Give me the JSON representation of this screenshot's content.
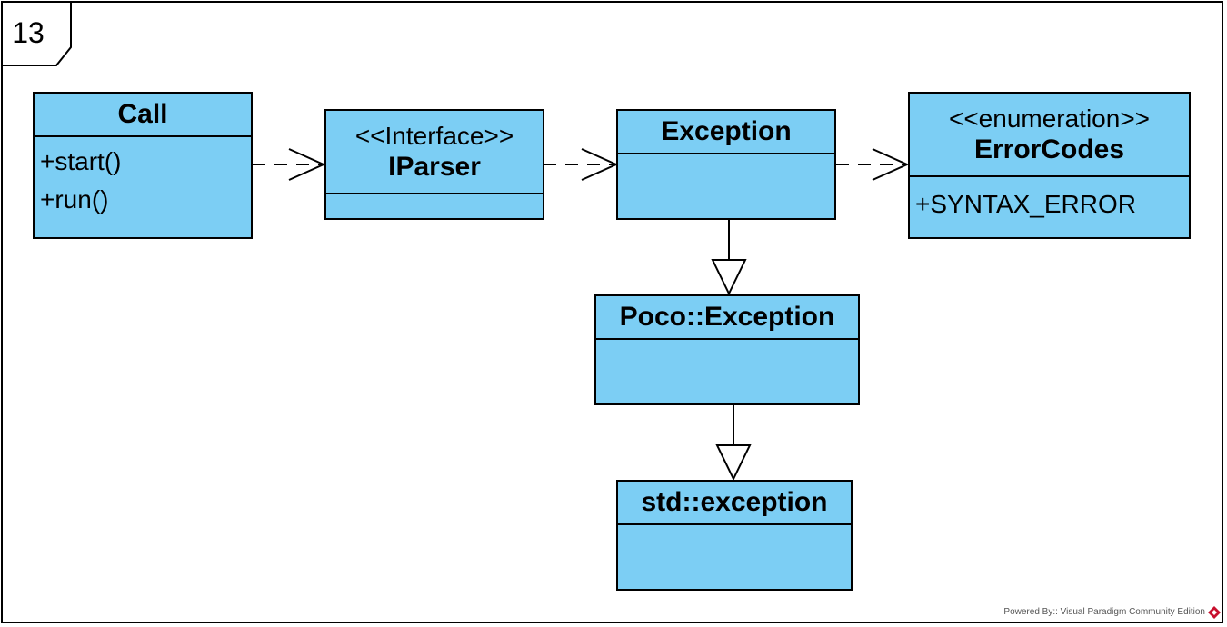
{
  "diagram": {
    "frame_label": "13",
    "credit": "Powered By:: Visual Paradigm Community Edition",
    "classes": {
      "call": {
        "name": "Call",
        "members": [
          "+start()",
          "+run()"
        ]
      },
      "iparser": {
        "stereotype": "<<Interface>>",
        "name": "IParser"
      },
      "exception": {
        "name": "Exception"
      },
      "errorcodes": {
        "stereotype": "<<enumeration>>",
        "name": "ErrorCodes",
        "members": [
          "+SYNTAX_ERROR"
        ]
      },
      "poco_exception": {
        "name": "Poco::Exception"
      },
      "std_exception": {
        "name": "std::exception"
      }
    },
    "relationships": [
      {
        "type": "dependency",
        "from": "Call",
        "to": "IParser"
      },
      {
        "type": "dependency",
        "from": "IParser",
        "to": "Exception"
      },
      {
        "type": "dependency",
        "from": "Exception",
        "to": "ErrorCodes"
      },
      {
        "type": "generalization",
        "from": "Exception",
        "to": "Poco::Exception"
      },
      {
        "type": "generalization",
        "from": "Poco::Exception",
        "to": "std::exception"
      }
    ],
    "colors": {
      "class_fill": "#7ccef4",
      "stroke": "#000000"
    }
  }
}
